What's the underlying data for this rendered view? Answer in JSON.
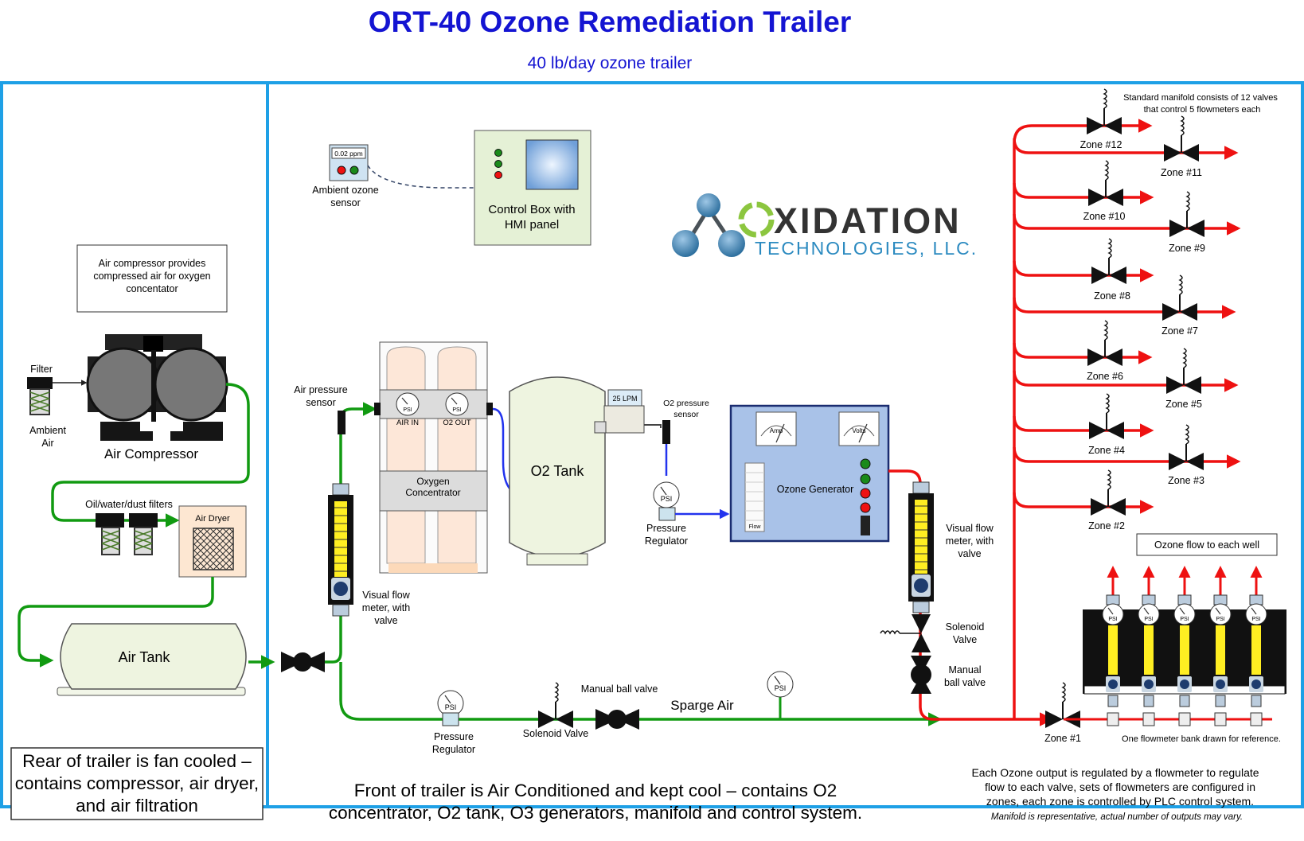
{
  "header": {
    "title": "ORT-40 Ozone Remediation Trailer",
    "subtitle": "40 lb/day ozone trailer"
  },
  "colors": {
    "title": "#1414d2",
    "frame": "#1ea0e6",
    "air_line": "#119a11",
    "oxygen_line": "#2233ee",
    "ozone_line": "#ee1111"
  },
  "logo": {
    "word_main": "XIDATION",
    "word_sub": "TECHNOLOGIES, LLC."
  },
  "rear": {
    "compressor_note": "Air compressor provides compressed air for oxygen concentator",
    "filter_label": "Filter",
    "ambient_label_1": "Ambient",
    "ambient_label_2": "Air",
    "compressor_label": "Air Compressor",
    "filters_label": "Oil/water/dust filters",
    "dryer_label": "Air Dryer",
    "air_tank_label": "Air Tank",
    "note": "Rear of trailer is fan cooled – contains compressor, air dryer, and air filtration"
  },
  "front": {
    "sensor_display": "0.02 ppm",
    "sensor_label_1": "Ambient ozone",
    "sensor_label_2": "sensor",
    "control_box_1": "Control Box with",
    "control_box_2": "HMI panel",
    "air_pressure_1": "Air pressure",
    "air_pressure_2": "sensor",
    "gauge_air_in": "AIR IN",
    "gauge_o2_out": "O2 OUT",
    "psi": "PSI",
    "concentrator_1": "Oxygen",
    "concentrator_2": "Concentrator",
    "o2_tank": "O2 Tank",
    "flow_display": "25 LPM",
    "o2_sensor_1": "O2 pressure",
    "o2_sensor_2": "sensor",
    "pressure_reg_1": "Pressure",
    "pressure_reg_2": "Regulator",
    "amp": "Amp",
    "volts": "Volts",
    "flow_bar": "Flow",
    "ozone_generator": "Ozone Generator",
    "flowmeter_1": "Visual flow",
    "flowmeter_2": "meter, with",
    "flowmeter_3": "valve",
    "solenoid_1": "Solenoid",
    "solenoid_2": "Valve",
    "manual_1": "Manual",
    "manual_2": "ball valve",
    "manual_ball_valve": "Manual ball valve",
    "sparge_air": "Sparge Air",
    "solenoid_valve": "Solenoid Valve",
    "note": "Front of trailer is Air Conditioned and kept cool – contains O2 concentrator, O2 tank, O3 generators, manifold and control system."
  },
  "manifold": {
    "note_1": "Standard manifold consists of 12 valves",
    "note_2": "that control 5 flowmeters each",
    "zones": [
      "Zone #12",
      "Zone #11",
      "Zone #10",
      "Zone #9",
      "Zone #8",
      "Zone #7",
      "Zone #6",
      "Zone #5",
      "Zone #4",
      "Zone #3",
      "Zone #2",
      "Zone #1"
    ],
    "ozone_flow_label": "Ozone flow to each well",
    "bank_note": "One flowmeter bank drawn for reference.",
    "desc_1": "Each Ozone output is regulated by a flowmeter to regulate",
    "desc_2": "flow to each valve, sets of flowmeters are configured in",
    "desc_3": "zones, each zone is controlled by PLC control system.",
    "disclaimer": "Manifold is representative, actual number of outputs may vary."
  }
}
